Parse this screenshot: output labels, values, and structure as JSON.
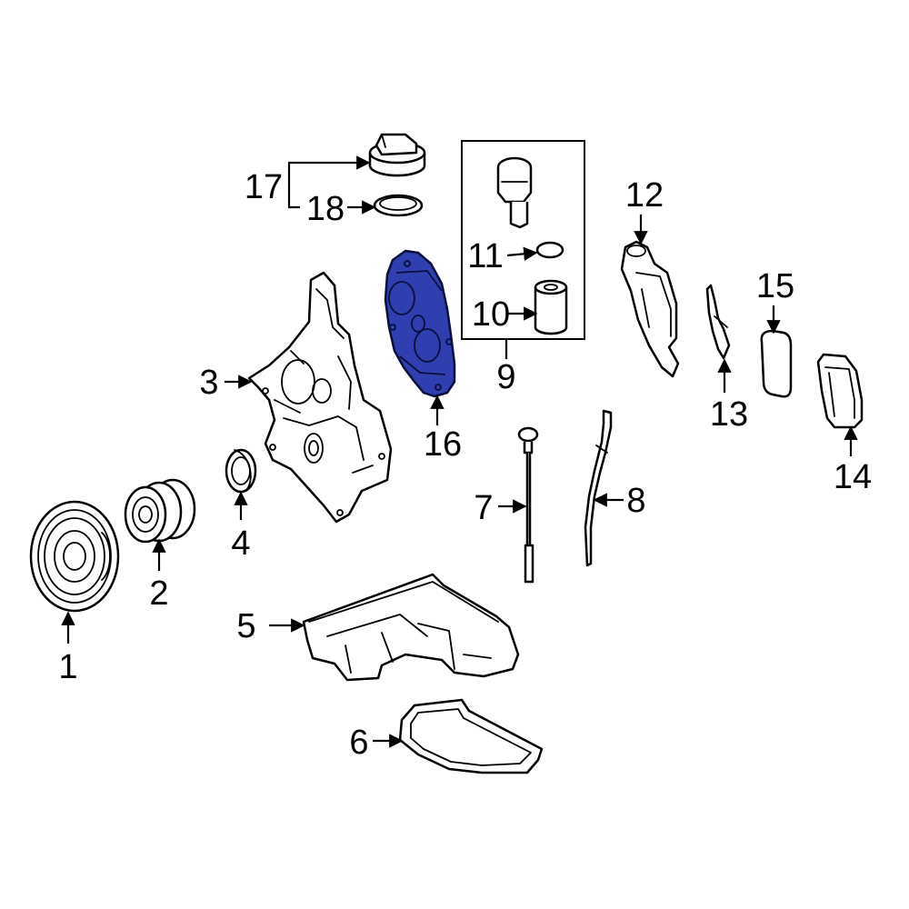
{
  "diagram": {
    "highlight_color": "#2f3fb0",
    "callouts": {
      "c1": "1",
      "c2": "2",
      "c3": "3",
      "c4": "4",
      "c5": "5",
      "c6": "6",
      "c7": "7",
      "c8": "8",
      "c9": "9",
      "c10": "10",
      "c11": "11",
      "c12": "12",
      "c13": "13",
      "c14": "14",
      "c15": "15",
      "c16": "16",
      "c17": "17",
      "c18": "18"
    }
  }
}
